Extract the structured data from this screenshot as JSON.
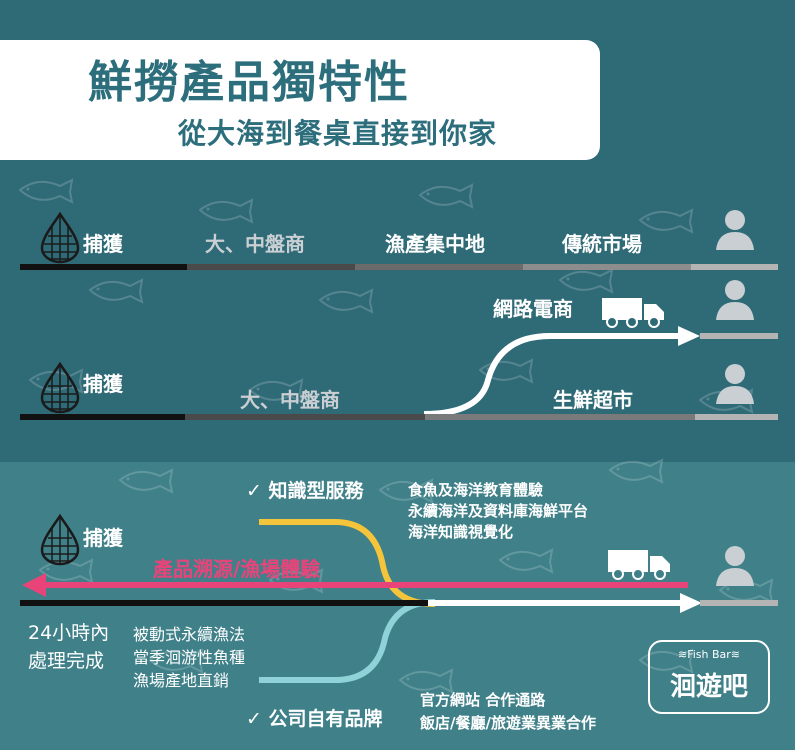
{
  "title": "鮮撈產品獨特性",
  "subtitle": "從大海到餐桌直接到你家",
  "row1": {
    "catch": "捕獲",
    "middleman": "大、中盤商",
    "hub": "漁產集中地",
    "market": "傳統市場"
  },
  "row2": {
    "ecommerce": "網路電商",
    "catch": "捕獲",
    "middleman": "大、中盤商",
    "supermarket": "生鮮超市"
  },
  "row3": {
    "knowledge_title": "✓ 知識型服務",
    "knowledge_items": [
      "食魚及海洋教育體驗",
      "永續海洋及資料庫海鮮平台",
      "海洋知識視覺化"
    ],
    "catch": "捕獲",
    "traceability": "產品溯源/漁場體驗",
    "hours_line1": "24小時內",
    "hours_line2": "處理完成",
    "practices": [
      "被動式永續漁法",
      "當季洄游性魚種",
      "漁場產地直銷"
    ],
    "brand_title": "✓ 公司自有品牌",
    "brand_line1": "官方網站  合作通路",
    "brand_line2": "飯店/餐廳/旅遊業異業合作"
  },
  "logo": {
    "top_text": "≋Fish Bar≋",
    "main_text": "洄遊吧"
  },
  "colors": {
    "top_band": "#2f6a77",
    "bottom_band": "#3f8089",
    "title_text": "#2c6e7c",
    "accent_yellow": "#f4c43a",
    "accent_pink": "#e8447a",
    "accent_cyan": "#8fd3d8"
  }
}
